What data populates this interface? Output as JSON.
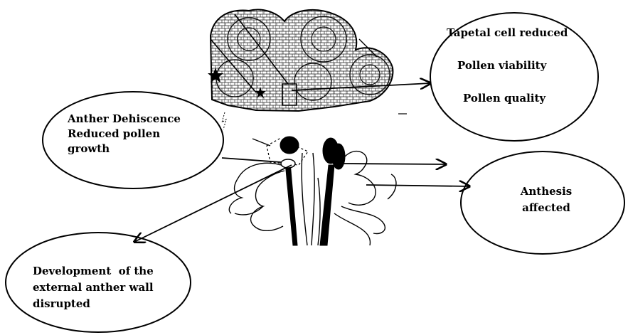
{
  "callouts": {
    "tapetum": {
      "line1": "Tapetal cell reduced",
      "line2": "Pollen viability",
      "line3": "Pollen quality"
    },
    "anther": {
      "line1": "Anther Dehiscence",
      "line2": "Reduced pollen",
      "line3": "growth"
    },
    "anthesis": {
      "line1": "Anthesis",
      "line2": "affected"
    },
    "wall": {
      "line1": "Development  of the",
      "line2": "external anther wall",
      "line3": "disrupted"
    }
  },
  "colors": {
    "ink": "#000000",
    "background": "#ffffff"
  }
}
